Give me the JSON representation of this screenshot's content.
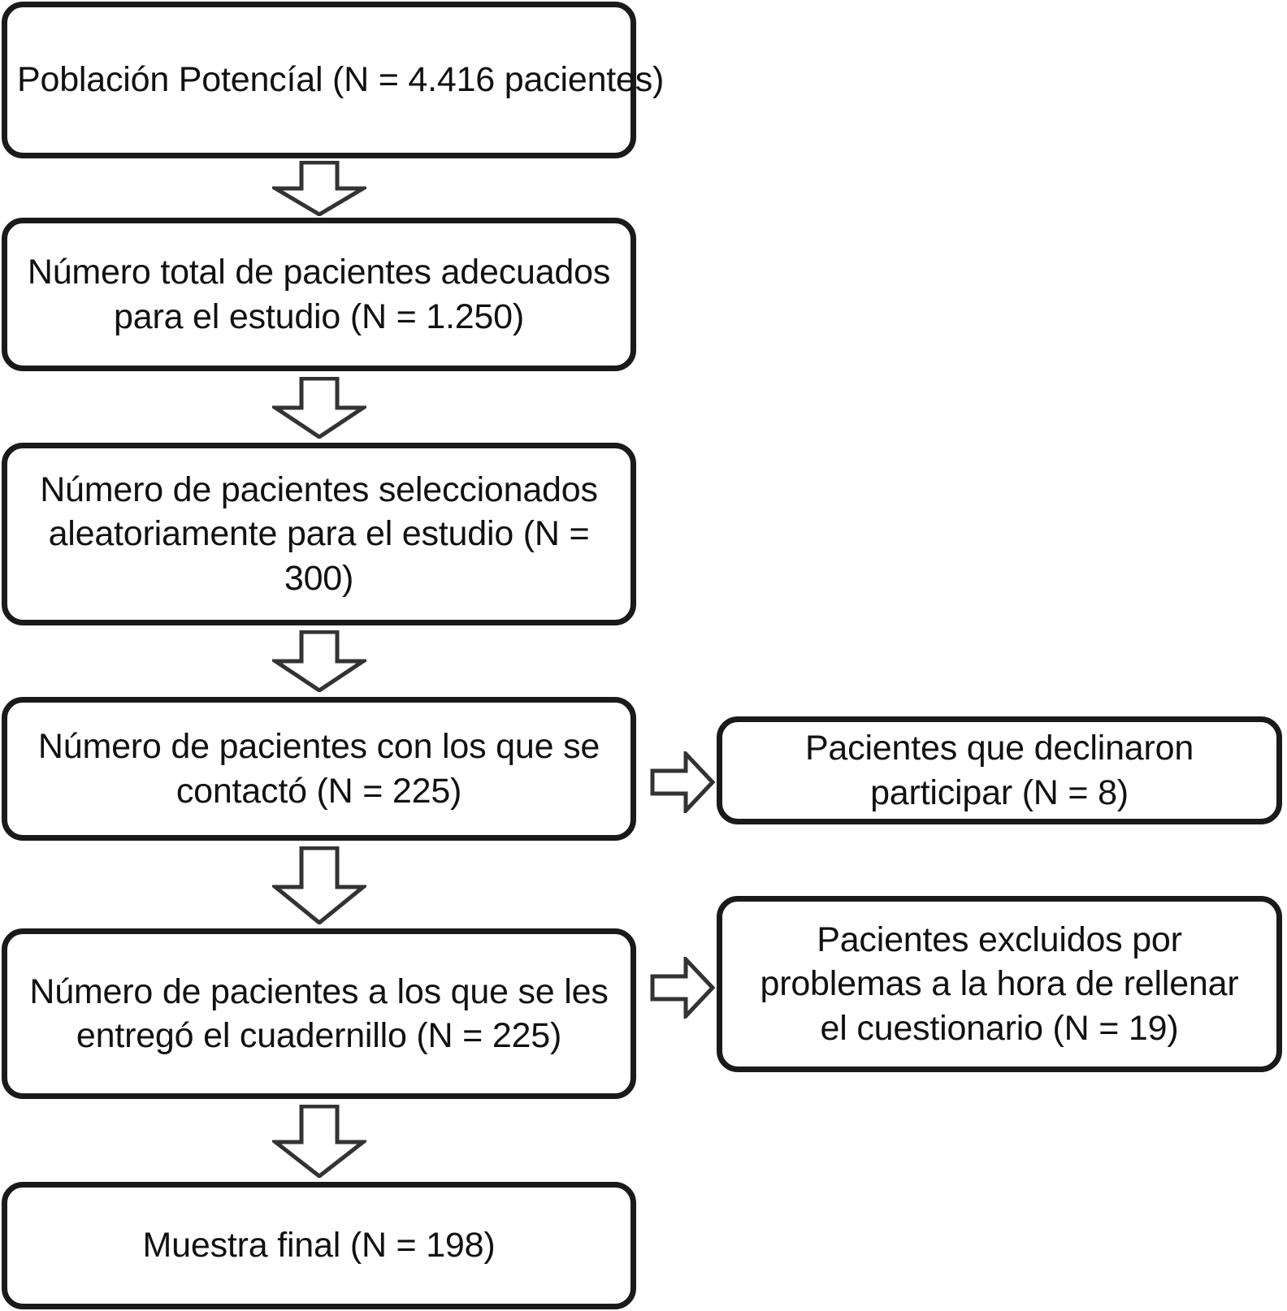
{
  "diagram": {
    "title": "Diagrama de flujo de seleccion de pacientes",
    "type": "flowchart",
    "orientation": "vertical",
    "colors": {
      "border": "#1a1a1a",
      "fill": "#ffffff",
      "text": "#111111",
      "arrow_stroke": "#3a3a3a",
      "arrow_fill": "#ffffff"
    },
    "main_nodes": [
      {
        "id": "poblacion-potencial",
        "label": "Población Potencíal (N = 4.416 pacientes)",
        "n": 4416
      },
      {
        "id": "pacientes-adecuados",
        "label": "Número total de pacientes adecuados\npara el estudio (N = 1.250)",
        "n": 1250
      },
      {
        "id": "pacientes-seleccionados",
        "label": "Número de pacientes seleccionados\naleatoriamente para el estudio (N = 300)",
        "n": 300
      },
      {
        "id": "pacientes-contactados",
        "label": "Número de pacientes con los que se\ncontactó (N = 225)",
        "n": 225
      },
      {
        "id": "pacientes-cuadernillo",
        "label": "Número de pacientes a los que se les\nentregó el cuadernillo (N = 225)",
        "n": 225
      },
      {
        "id": "muestra-final",
        "label": "Muestra final (N = 198)",
        "n": 198
      }
    ],
    "side_nodes": [
      {
        "id": "declinaron-participar",
        "label": "Pacientes que declinaron\nparticipar (N = 8)",
        "n": 8,
        "from": "pacientes-contactados"
      },
      {
        "id": "excluidos-cuestionario",
        "label": "Pacientes excluidos por\nproblemas a la hora de rellenar\nel cuestionario (N = 19)",
        "n": 19,
        "from": "pacientes-cuadernillo"
      }
    ],
    "connectors": [
      {
        "id": "c1",
        "direction": "down",
        "from": "poblacion-potencial",
        "to": "pacientes-adecuados"
      },
      {
        "id": "c2",
        "direction": "down",
        "from": "pacientes-adecuados",
        "to": "pacientes-seleccionados"
      },
      {
        "id": "c3",
        "direction": "down",
        "from": "pacientes-seleccionados",
        "to": "pacientes-contactados"
      },
      {
        "id": "c4",
        "direction": "down",
        "from": "pacientes-contactados",
        "to": "pacientes-cuadernillo"
      },
      {
        "id": "c5",
        "direction": "down",
        "from": "pacientes-cuadernillo",
        "to": "muestra-final"
      },
      {
        "id": "c6",
        "direction": "right",
        "from": "pacientes-contactados",
        "to": "declinaron-participar"
      },
      {
        "id": "c7",
        "direction": "right",
        "from": "pacientes-cuadernillo",
        "to": "excluidos-cuestionario"
      }
    ]
  }
}
